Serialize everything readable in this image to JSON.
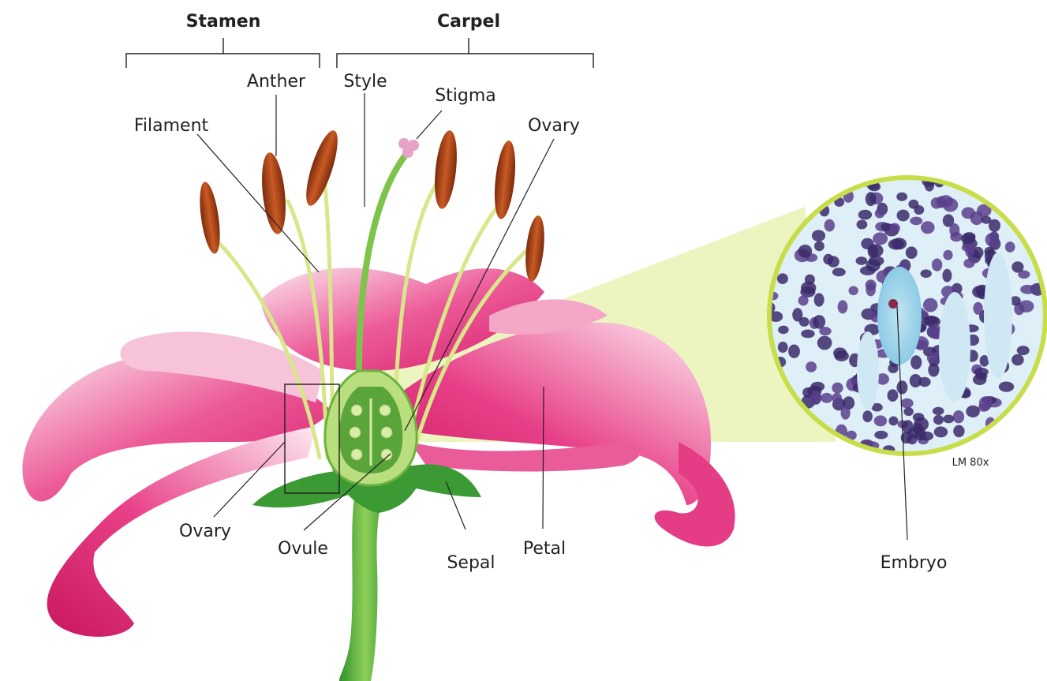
{
  "groups": {
    "stamen": "Stamen",
    "carpel": "Carpel"
  },
  "labels": {
    "anther": "Anther",
    "style": "Style",
    "stigma": "Stigma",
    "filament": "Filament",
    "ovary_top": "Ovary",
    "ovary_left": "Ovary",
    "ovule": "Ovule",
    "sepal": "Sepal",
    "petal": "Petal",
    "embryo": "Embryo"
  },
  "micrograph": {
    "magnification": "LM 80x"
  },
  "colors": {
    "petal_pink": "#e8387f",
    "petal_light": "#fbe3ee",
    "stem_green": "#4cae3c",
    "filament_yellow": "#e3ec9a",
    "anther_orange": "#b4471a",
    "zoom_green": "#d7e96a",
    "cell_blue": "#7fc6e4",
    "nucleus_purple": "#3b2a6a"
  }
}
